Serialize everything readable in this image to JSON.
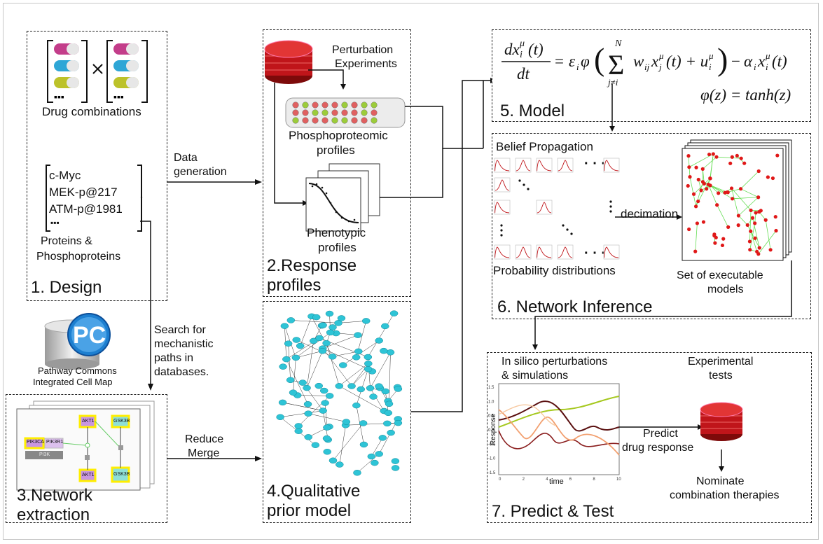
{
  "panel1": {
    "drug_label": "Drug combinations",
    "proteins": [
      "c-Myc",
      "MEK-p@217",
      "ATM-p@1981"
    ],
    "proteins_caption": [
      "Proteins &",
      "Phosphoproteins"
    ],
    "title": "1. Design",
    "dots": "▪▪▪"
  },
  "arrows": {
    "data_generation": [
      "Data",
      "generation"
    ],
    "search": [
      "Search for",
      "mechanistic",
      "paths in",
      "databases."
    ],
    "reduce_merge": [
      "Reduce",
      "Merge"
    ],
    "decimation": "decimation",
    "predict": [
      "Predict",
      "drug response"
    ]
  },
  "pathway_commons": {
    "logo_text": "PC",
    "caption": [
      "Pathway Commons",
      "Integrated Cell Map"
    ]
  },
  "panel2": {
    "perturbation": [
      "Perturbation",
      "Experiments"
    ],
    "phospho": [
      "Phosphoproteomic",
      "profiles"
    ],
    "pheno": [
      "Phenotypic",
      "profiles"
    ],
    "title": [
      "2.Response",
      "profiles"
    ]
  },
  "panel3": {
    "nodes": [
      "PIK3CA",
      "PIK3R1",
      "PI3K",
      "AKT1",
      "GSK3B",
      "AKT1",
      "GSK3B"
    ],
    "title": [
      "3.Network",
      "extraction"
    ]
  },
  "panel4": {
    "title": [
      "4.Qualitative",
      "prior model"
    ]
  },
  "panel5": {
    "equation_main": "dxᵢᵘ(t)/dt = εᵢφ(Σ wᵢⱼxⱼᵘ(t) + uᵢᵘ) − αᵢxᵢᵘ(t)",
    "equation_phi": "φ(z) = tanh(z)",
    "title": "5. Model"
  },
  "panel6": {
    "belief": "Belief Propagation",
    "prob": "Probability distributions",
    "set": [
      "Set of executable",
      "models"
    ],
    "title": "6. Network Inference"
  },
  "panel7": {
    "insilico": [
      "In silico perturbations",
      "& simulations"
    ],
    "experimental": [
      "Experimental",
      "tests"
    ],
    "nominate": [
      "Nominate",
      "combination therapies"
    ],
    "title": "7. Predict & Test",
    "plot": {
      "ylabel": "Response",
      "xlabel": "time",
      "yticks": [
        "1.5",
        "1.0",
        "0.5",
        "0.0",
        "-0.5",
        "-1.0",
        "-1.5"
      ],
      "xticks": [
        "0",
        "2",
        "4",
        "6",
        "8",
        "10"
      ]
    }
  },
  "colors": {
    "accent_red": "#c0151a",
    "node_cyan": "#2ec4d6",
    "green_edge": "#66dd55",
    "node_red": "#e01818"
  }
}
